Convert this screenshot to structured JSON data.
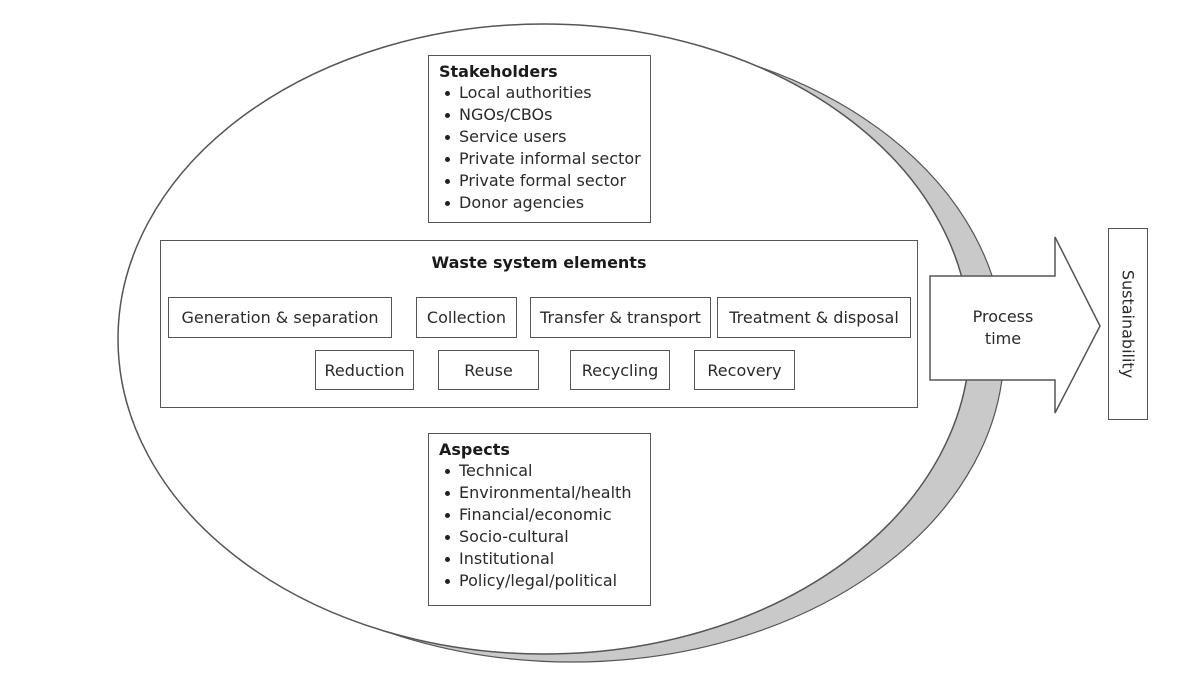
{
  "stakeholders": {
    "title": "Stakeholders",
    "items": [
      "Local authorities",
      "NGOs/CBOs",
      "Service users",
      "Private informal sector",
      "Private formal sector",
      "Donor agencies"
    ]
  },
  "waste_system": {
    "title": "Waste system elements",
    "row1": [
      "Generation & separation",
      "Collection",
      "Transfer & transport",
      "Treatment & disposal"
    ],
    "row2": [
      "Reduction",
      "Reuse",
      "Recycling",
      "Recovery"
    ]
  },
  "aspects": {
    "title": "Aspects",
    "items": [
      "Technical",
      "Environmental/health",
      "Financial/economic",
      "Socio-cultural",
      "Institutional",
      "Policy/legal/political"
    ]
  },
  "arrow": {
    "line1": "Process",
    "line2": "time"
  },
  "outcome": {
    "label": "Sustainability"
  },
  "colors": {
    "stroke": "#555555",
    "shadow": "#c9c9c9",
    "text": "#2a2a2a"
  }
}
